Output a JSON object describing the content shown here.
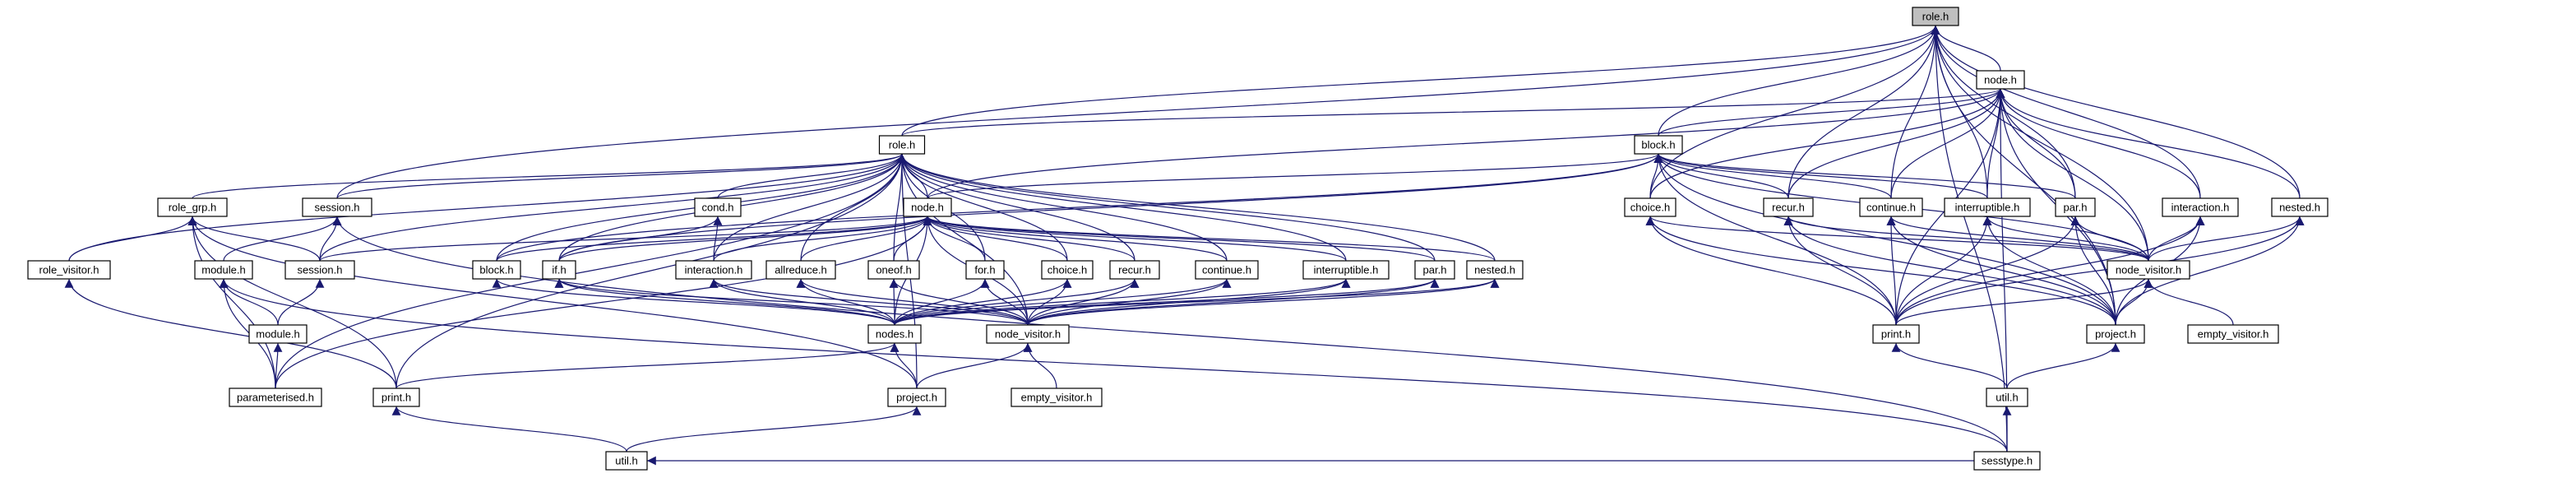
{
  "graph": {
    "root": "role.h",
    "colors": {
      "edge": "#191970",
      "root_fill": "#bfbfbf",
      "node_fill": "#ffffff",
      "node_border": "#000000"
    },
    "nodes": [
      {
        "id": "role_h",
        "label": "role.h"
      },
      {
        "id": "node_h_top",
        "label": "node.h"
      },
      {
        "id": "role_h_mid",
        "label": "role.h"
      },
      {
        "id": "block_h_top",
        "label": "block.h"
      },
      {
        "id": "node_h_mid",
        "label": "node.h"
      },
      {
        "id": "role_grp_h",
        "label": "role_grp.h"
      },
      {
        "id": "session_h_a",
        "label": "session.h"
      },
      {
        "id": "session_h_b",
        "label": "session.h"
      },
      {
        "id": "role_visitor_h",
        "label": "role_visitor.h"
      },
      {
        "id": "module_h_a",
        "label": "module.h"
      },
      {
        "id": "module_h_b",
        "label": "module.h"
      },
      {
        "id": "parameterised_h",
        "label": "parameterised.h"
      },
      {
        "id": "print_h_left",
        "label": "print.h"
      },
      {
        "id": "util_h_left",
        "label": "util.h"
      },
      {
        "id": "cond_h",
        "label": "cond.h"
      },
      {
        "id": "block_h_mid",
        "label": "block.h"
      },
      {
        "id": "if_h",
        "label": "if.h"
      },
      {
        "id": "interaction_h_mid",
        "label": "interaction.h"
      },
      {
        "id": "allreduce_h",
        "label": "allreduce.h"
      },
      {
        "id": "oneof_h",
        "label": "oneof.h"
      },
      {
        "id": "for_h",
        "label": "for.h"
      },
      {
        "id": "choice_h_mid",
        "label": "choice.h"
      },
      {
        "id": "recur_h_mid",
        "label": "recur.h"
      },
      {
        "id": "continue_h_mid",
        "label": "continue.h"
      },
      {
        "id": "interruptible_h_mid",
        "label": "interruptible.h"
      },
      {
        "id": "par_h_mid",
        "label": "par.h"
      },
      {
        "id": "nested_h_mid",
        "label": "nested.h"
      },
      {
        "id": "nodes_h",
        "label": "nodes.h"
      },
      {
        "id": "node_visitor_h_mid",
        "label": "node_visitor.h"
      },
      {
        "id": "project_h_mid",
        "label": "project.h"
      },
      {
        "id": "empty_visitor_h_mid",
        "label": "empty_visitor.h"
      },
      {
        "id": "choice_h_top",
        "label": "choice.h"
      },
      {
        "id": "recur_h_top",
        "label": "recur.h"
      },
      {
        "id": "continue_h_top",
        "label": "continue.h"
      },
      {
        "id": "interruptible_h_top",
        "label": "interruptible.h"
      },
      {
        "id": "par_h_top",
        "label": "par.h"
      },
      {
        "id": "interaction_h_top",
        "label": "interaction.h"
      },
      {
        "id": "nested_h_top",
        "label": "nested.h"
      },
      {
        "id": "node_visitor_h_right",
        "label": "node_visitor.h"
      },
      {
        "id": "print_h_right",
        "label": "print.h"
      },
      {
        "id": "project_h_right",
        "label": "project.h"
      },
      {
        "id": "empty_visitor_h_right",
        "label": "empty_visitor.h"
      },
      {
        "id": "util_h_right",
        "label": "util.h"
      },
      {
        "id": "sesstype_h",
        "label": "sesstype.h"
      }
    ],
    "edges": [
      [
        "node_h_top",
        "role_h"
      ],
      [
        "role_h_mid",
        "role_h"
      ],
      [
        "block_h_top",
        "role_h"
      ],
      [
        "session_h_a",
        "role_h"
      ],
      [
        "choice_h_top",
        "role_h"
      ],
      [
        "recur_h_top",
        "role_h"
      ],
      [
        "continue_h_top",
        "role_h"
      ],
      [
        "interruptible_h_top",
        "role_h"
      ],
      [
        "par_h_top",
        "role_h"
      ],
      [
        "interaction_h_top",
        "role_h"
      ],
      [
        "nested_h_top",
        "role_h"
      ],
      [
        "node_visitor_h_right",
        "role_h"
      ],
      [
        "project_h_right",
        "role_h"
      ],
      [
        "sesstype_h",
        "role_h"
      ],
      [
        "role_h_mid",
        "node_h_top"
      ],
      [
        "block_h_top",
        "node_h_top"
      ],
      [
        "choice_h_top",
        "node_h_top"
      ],
      [
        "recur_h_top",
        "node_h_top"
      ],
      [
        "continue_h_top",
        "node_h_top"
      ],
      [
        "interruptible_h_top",
        "node_h_top"
      ],
      [
        "par_h_top",
        "node_h_top"
      ],
      [
        "interaction_h_top",
        "node_h_top"
      ],
      [
        "nested_h_top",
        "node_h_top"
      ],
      [
        "node_visitor_h_right",
        "node_h_top"
      ],
      [
        "print_h_right",
        "node_h_top"
      ],
      [
        "project_h_right",
        "node_h_top"
      ],
      [
        "sesstype_h",
        "node_h_top"
      ],
      [
        "node_h_mid",
        "node_h_top"
      ],
      [
        "node_h_mid",
        "role_h_mid"
      ],
      [
        "role_grp_h",
        "role_h_mid"
      ],
      [
        "session_h_a",
        "role_h_mid"
      ],
      [
        "session_h_b",
        "role_h_mid"
      ],
      [
        "role_visitor_h",
        "role_h_mid"
      ],
      [
        "parameterised_h",
        "role_h_mid"
      ],
      [
        "print_h_left",
        "role_h_mid"
      ],
      [
        "cond_h",
        "role_h_mid"
      ],
      [
        "block_h_mid",
        "role_h_mid"
      ],
      [
        "if_h",
        "role_h_mid"
      ],
      [
        "interaction_h_mid",
        "role_h_mid"
      ],
      [
        "allreduce_h",
        "role_h_mid"
      ],
      [
        "oneof_h",
        "role_h_mid"
      ],
      [
        "for_h",
        "role_h_mid"
      ],
      [
        "choice_h_mid",
        "role_h_mid"
      ],
      [
        "recur_h_mid",
        "role_h_mid"
      ],
      [
        "continue_h_mid",
        "role_h_mid"
      ],
      [
        "interruptible_h_mid",
        "role_h_mid"
      ],
      [
        "par_h_mid",
        "role_h_mid"
      ],
      [
        "nested_h_mid",
        "role_h_mid"
      ],
      [
        "node_visitor_h_mid",
        "role_h_mid"
      ],
      [
        "project_h_mid",
        "role_h_mid"
      ],
      [
        "choice_h_top",
        "block_h_top"
      ],
      [
        "recur_h_top",
        "block_h_top"
      ],
      [
        "continue_h_top",
        "block_h_top"
      ],
      [
        "interruptible_h_top",
        "block_h_top"
      ],
      [
        "par_h_top",
        "block_h_top"
      ],
      [
        "node_visitor_h_right",
        "block_h_top"
      ],
      [
        "print_h_right",
        "block_h_top"
      ],
      [
        "project_h_right",
        "block_h_top"
      ],
      [
        "node_h_mid",
        "block_h_top"
      ],
      [
        "if_h",
        "block_h_top"
      ],
      [
        "block_h_mid",
        "block_h_top"
      ],
      [
        "session_h_b",
        "node_h_mid"
      ],
      [
        "block_h_mid",
        "node_h_mid"
      ],
      [
        "if_h",
        "node_h_mid"
      ],
      [
        "interaction_h_mid",
        "node_h_mid"
      ],
      [
        "allreduce_h",
        "node_h_mid"
      ],
      [
        "oneof_h",
        "node_h_mid"
      ],
      [
        "for_h",
        "node_h_mid"
      ],
      [
        "choice_h_mid",
        "node_h_mid"
      ],
      [
        "recur_h_mid",
        "node_h_mid"
      ],
      [
        "continue_h_mid",
        "node_h_mid"
      ],
      [
        "interruptible_h_mid",
        "node_h_mid"
      ],
      [
        "par_h_mid",
        "node_h_mid"
      ],
      [
        "nested_h_mid",
        "node_h_mid"
      ],
      [
        "nodes_h",
        "node_h_mid"
      ],
      [
        "node_visitor_h_mid",
        "node_h_mid"
      ],
      [
        "parameterised_h",
        "node_h_mid"
      ],
      [
        "session_h_b",
        "role_grp_h"
      ],
      [
        "role_visitor_h",
        "role_grp_h"
      ],
      [
        "parameterised_h",
        "role_grp_h"
      ],
      [
        "print_h_left",
        "role_grp_h"
      ],
      [
        "project_h_mid",
        "role_grp_h"
      ],
      [
        "module_h_a",
        "session_h_a"
      ],
      [
        "session_h_b",
        "session_h_a"
      ],
      [
        "sesstype_h",
        "session_h_a"
      ],
      [
        "module_h_b",
        "module_h_a"
      ],
      [
        "parameterised_h",
        "module_h_a"
      ],
      [
        "sesstype_h",
        "module_h_a"
      ],
      [
        "module_h_b",
        "session_h_b"
      ],
      [
        "parameterised_h",
        "module_h_b"
      ],
      [
        "print_h_left",
        "role_visitor_h"
      ],
      [
        "util_h_left",
        "print_h_left"
      ],
      [
        "if_h",
        "cond_h"
      ],
      [
        "interaction_h_mid",
        "cond_h"
      ],
      [
        "nodes_h",
        "block_h_mid"
      ],
      [
        "node_visitor_h_mid",
        "if_h"
      ],
      [
        "nodes_h",
        "if_h"
      ],
      [
        "nodes_h",
        "interaction_h_mid"
      ],
      [
        "node_visitor_h_mid",
        "interaction_h_mid"
      ],
      [
        "nodes_h",
        "allreduce_h"
      ],
      [
        "node_visitor_h_mid",
        "allreduce_h"
      ],
      [
        "nodes_h",
        "oneof_h"
      ],
      [
        "node_visitor_h_mid",
        "oneof_h"
      ],
      [
        "nodes_h",
        "for_h"
      ],
      [
        "node_visitor_h_mid",
        "for_h"
      ],
      [
        "nodes_h",
        "choice_h_mid"
      ],
      [
        "node_visitor_h_mid",
        "choice_h_mid"
      ],
      [
        "nodes_h",
        "recur_h_mid"
      ],
      [
        "node_visitor_h_mid",
        "recur_h_mid"
      ],
      [
        "nodes_h",
        "continue_h_mid"
      ],
      [
        "node_visitor_h_mid",
        "continue_h_mid"
      ],
      [
        "nodes_h",
        "interruptible_h_mid"
      ],
      [
        "node_visitor_h_mid",
        "interruptible_h_mid"
      ],
      [
        "nodes_h",
        "par_h_mid"
      ],
      [
        "node_visitor_h_mid",
        "par_h_mid"
      ],
      [
        "nodes_h",
        "nested_h_mid"
      ],
      [
        "node_visitor_h_mid",
        "nested_h_mid"
      ],
      [
        "print_h_left",
        "nodes_h"
      ],
      [
        "project_h_mid",
        "nodes_h"
      ],
      [
        "project_h_mid",
        "node_visitor_h_mid"
      ],
      [
        "empty_visitor_h_mid",
        "node_visitor_h_mid"
      ],
      [
        "util_h_left",
        "project_h_mid"
      ],
      [
        "node_visitor_h_right",
        "choice_h_top"
      ],
      [
        "print_h_right",
        "choice_h_top"
      ],
      [
        "project_h_right",
        "choice_h_top"
      ],
      [
        "node_visitor_h_right",
        "recur_h_top"
      ],
      [
        "print_h_right",
        "recur_h_top"
      ],
      [
        "project_h_right",
        "recur_h_top"
      ],
      [
        "node_visitor_h_right",
        "continue_h_top"
      ],
      [
        "print_h_right",
        "continue_h_top"
      ],
      [
        "project_h_right",
        "continue_h_top"
      ],
      [
        "node_visitor_h_right",
        "interruptible_h_top"
      ],
      [
        "print_h_right",
        "interruptible_h_top"
      ],
      [
        "project_h_right",
        "interruptible_h_top"
      ],
      [
        "node_visitor_h_right",
        "par_h_top"
      ],
      [
        "print_h_right",
        "par_h_top"
      ],
      [
        "project_h_right",
        "par_h_top"
      ],
      [
        "node_visitor_h_right",
        "interaction_h_top"
      ],
      [
        "print_h_right",
        "interaction_h_top"
      ],
      [
        "project_h_right",
        "interaction_h_top"
      ],
      [
        "node_visitor_h_right",
        "nested_h_top"
      ],
      [
        "print_h_right",
        "nested_h_top"
      ],
      [
        "project_h_right",
        "nested_h_top"
      ],
      [
        "print_h_right",
        "node_visitor_h_right"
      ],
      [
        "project_h_right",
        "node_visitor_h_right"
      ],
      [
        "empty_visitor_h_right",
        "node_visitor_h_right"
      ],
      [
        "util_h_right",
        "print_h_right"
      ],
      [
        "util_h_right",
        "project_h_right"
      ],
      [
        "sesstype_h",
        "util_h_right"
      ],
      [
        "sesstype_h",
        "util_h_left"
      ]
    ]
  }
}
